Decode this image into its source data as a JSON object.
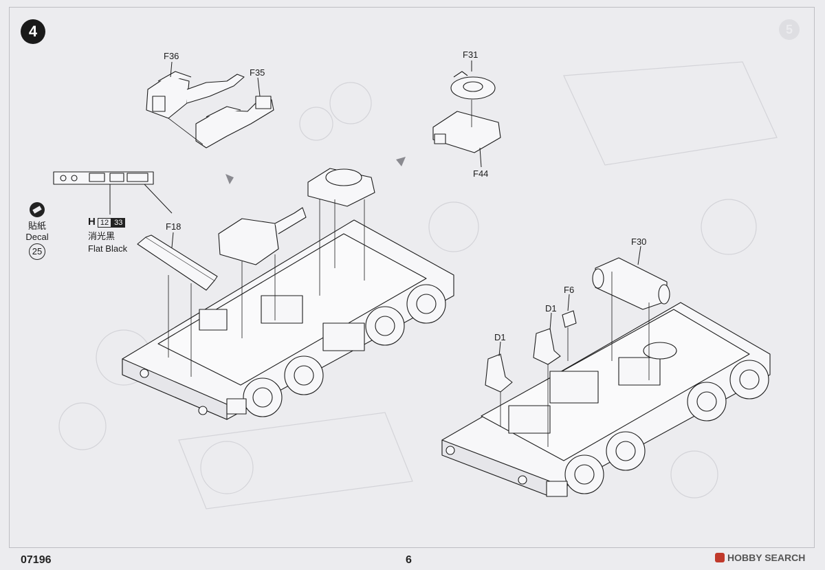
{
  "step": {
    "number": "4",
    "ghost_number": "5"
  },
  "parts": {
    "f36": "F36",
    "f35": "F35",
    "f31": "F31",
    "f44": "F44",
    "f18": "F18",
    "f30": "F30",
    "f6": "F6",
    "d1_a": "D1",
    "d1_b": "D1"
  },
  "paint": {
    "code": "H",
    "num_a": "12",
    "num_b": "33",
    "name_cn": "消光黑",
    "name_en": "Flat Black"
  },
  "decal": {
    "label_cn": "貼紙",
    "label_en": "Decal",
    "number": "25"
  },
  "footer": {
    "kit_code": "07196",
    "page": "6"
  },
  "watermark": {
    "text": "HOBBY SEARCH"
  }
}
